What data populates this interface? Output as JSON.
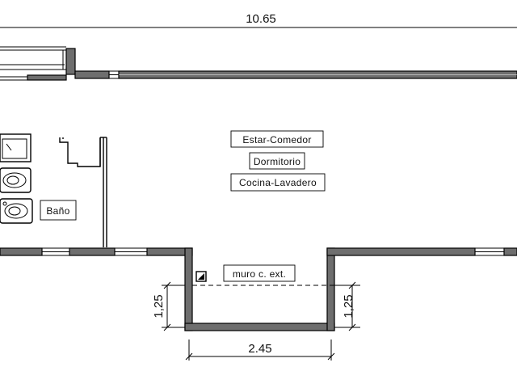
{
  "plan": {
    "dimensions": {
      "overall_width": "10.65",
      "balcony_width": "2.45",
      "balcony_depth_left": "1,25",
      "balcony_depth_right": "1,25"
    },
    "rooms": {
      "living": "Estar-Comedor",
      "bedroom": "Dormitorio",
      "kitchen": "Cocina-Lavadero",
      "bathroom": "Baño"
    },
    "annotations": {
      "exterior_wall": "muro c. ext."
    },
    "colors": {
      "wall_fill": "#6e6e6e",
      "line": "#000000",
      "background": "#ffffff"
    }
  }
}
